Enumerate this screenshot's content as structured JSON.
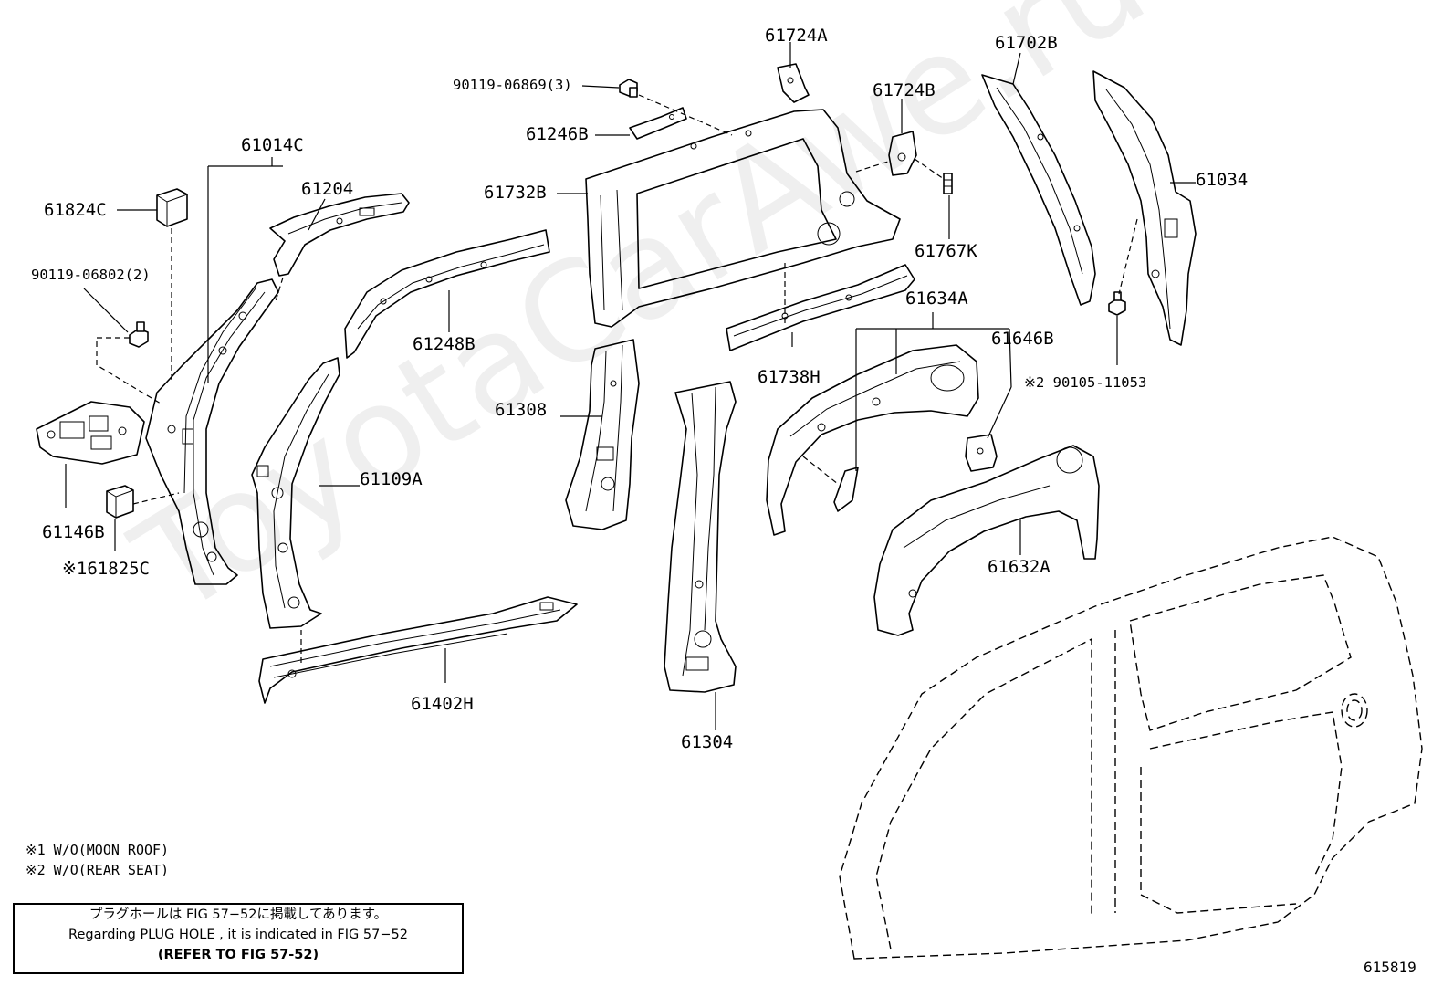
{
  "part_labels": [
    {
      "id": "p61724A",
      "text": "61724A"
    },
    {
      "id": "p90119_06869",
      "text": "90119-06869(3)"
    },
    {
      "id": "p61702B",
      "text": "61702B"
    },
    {
      "id": "p61724B",
      "text": "61724B"
    },
    {
      "id": "p61246B",
      "text": "61246B"
    },
    {
      "id": "p61014C",
      "text": "61014C"
    },
    {
      "id": "p61034",
      "text": "61034"
    },
    {
      "id": "p61732B",
      "text": "61732B"
    },
    {
      "id": "p61204",
      "text": "61204"
    },
    {
      "id": "p61824C",
      "text": "61824C"
    },
    {
      "id": "p61767K",
      "text": "61767K"
    },
    {
      "id": "p90119_06802",
      "text": "90119-06802(2)"
    },
    {
      "id": "p61634A",
      "text": "61634A"
    },
    {
      "id": "p61248B",
      "text": "61248B"
    },
    {
      "id": "p61646B",
      "text": "61646B"
    },
    {
      "id": "p61738H",
      "text": "61738H"
    },
    {
      "id": "p90105_11053",
      "text": "※2 90105-11053"
    },
    {
      "id": "p61308",
      "text": "61308"
    },
    {
      "id": "p61109A",
      "text": "61109A"
    },
    {
      "id": "p61146B",
      "text": "61146B"
    },
    {
      "id": "p61825C",
      "text": "※161825C"
    },
    {
      "id": "p61632A",
      "text": "61632A"
    },
    {
      "id": "p61402H",
      "text": "61402H"
    },
    {
      "id": "p61304",
      "text": "61304"
    }
  ],
  "notes": {
    "note1": "※1 W/O(MOON ROOF)",
    "note2": "※2 W/O(REAR SEAT)"
  },
  "notice_box": {
    "line_jp": "プラグホールは FIG 57−52に掲載してあります。",
    "line_en": "Regarding PLUG HOLE , it is indicated in FIG 57−52",
    "line_ref": "(REFER TO FIG 57-52)"
  },
  "figure_number": "615819",
  "watermark": "ToyotaCarAwe.ru"
}
